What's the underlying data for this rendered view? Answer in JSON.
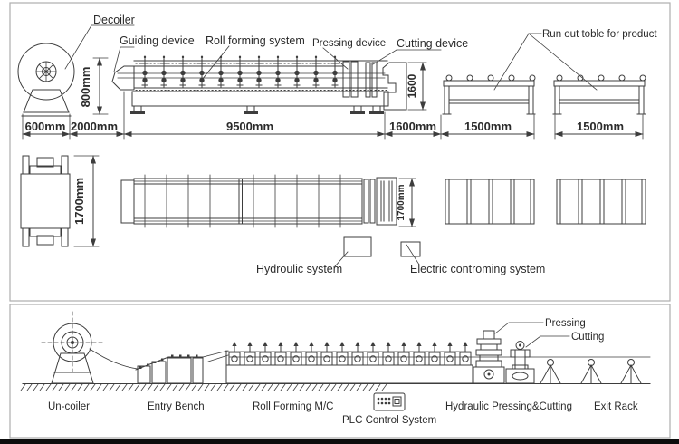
{
  "title": "Roll forming machine production line layout diagram",
  "colors": {
    "line": "#3d3d3d",
    "frame": "#aeaeae",
    "background": "#ffffff",
    "bottom_bar": "#0d0d0d"
  },
  "top": {
    "labels": {
      "decoiler": "Decoiler",
      "guiding": "Guiding device",
      "roll_forming": "Roll forming system",
      "pressing": "Pressing device",
      "cutting": "Cutting device",
      "runout": "Run out toble for product"
    },
    "dims": {
      "h800": "800mm",
      "v1600": "1600",
      "d600": "600mm",
      "d2000": "2000mm",
      "d9500": "9500mm",
      "d1600": "1600mm",
      "d1500a": "1500mm",
      "d1500b": "1500mm"
    }
  },
  "middle": {
    "dims": {
      "left1700": "1700mm",
      "right1700": "1700mm"
    },
    "labels": {
      "hydraulic": "Hydroulic system",
      "electric": "Electric controming system"
    }
  },
  "bottom": {
    "labels": {
      "pressing": "Pressing",
      "cutting": "Cutting",
      "uncoiler": "Un-coiler",
      "entry_bench": "Entry Bench",
      "roll_forming": "Roll Forming M/C",
      "plc": "PLC Control System",
      "hyd_cut": "Hydraulic Pressing&Cutting",
      "exit_rack": "Exit Rack"
    }
  }
}
